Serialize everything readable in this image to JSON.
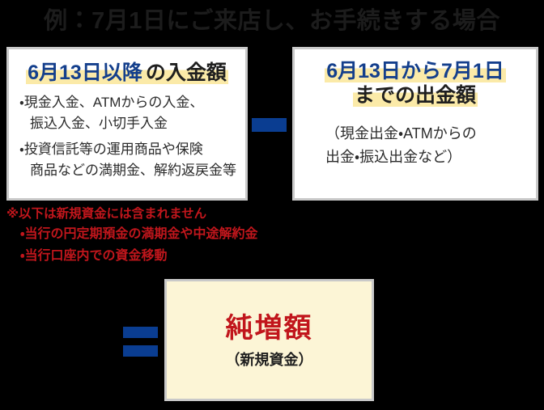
{
  "title": "例：7月1日にご来店し、お手続きする場合",
  "deposit_panel": {
    "heading_blue": "6月13日以降",
    "heading_dark": "の入金額",
    "bullets": [
      {
        "line1": "・現金入金、ATMからの入金、",
        "line2": "振込入金、小切手入金"
      },
      {
        "line1": "・投資信託等の運用商品や保険",
        "line2": "商品などの満期金、解約返戻金等"
      }
    ]
  },
  "operator_minus": "−",
  "withdrawal_panel": {
    "heading_blue": "6月13日から7月1日",
    "heading_dark": "までの出金額",
    "paren_line1": "（現金出金・ATMからの",
    "paren_line2": "出金・振込出金など）"
  },
  "notes": {
    "head": "※以下は新規資金には含まれません",
    "items": [
      "・当行の円定期預金の満期金や中途解約金",
      "・当行口座内での資金移動"
    ]
  },
  "operator_equals": "＝",
  "result_panel": {
    "main": "純増額",
    "sub": "（新規資金）"
  },
  "colors": {
    "background": "#000000",
    "panel_background": "#ffffff",
    "panel_border": "#c9c9c9",
    "highlight_yellow": "#fbeaa8",
    "accent_blue": "#143f8c",
    "operator_blue": "#0a3d91",
    "note_red": "#c1161c",
    "result_background": "#fcf5d6",
    "title_text": "#1c1c1c"
  }
}
